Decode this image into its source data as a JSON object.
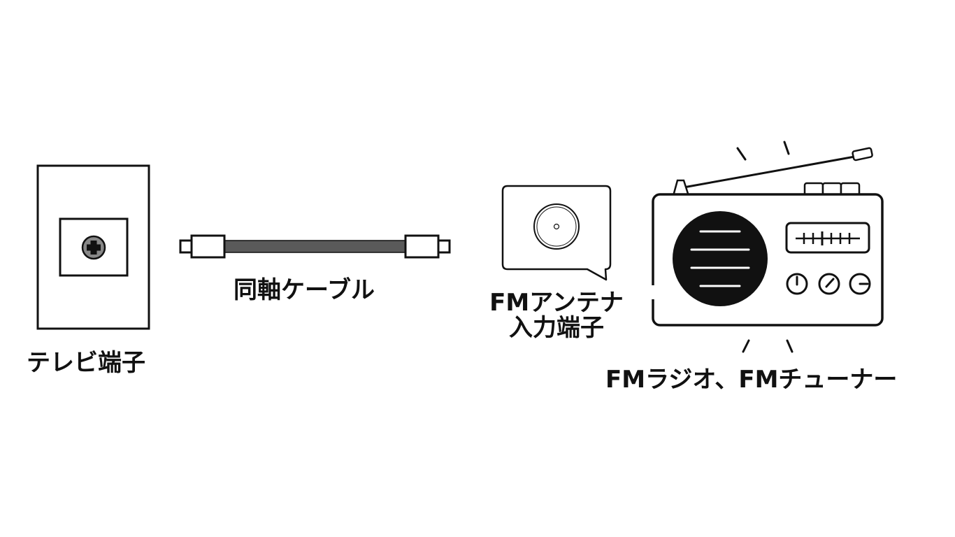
{
  "labels": {
    "tv_terminal": "テレビ端子",
    "coax_cable": "同軸ケーブル",
    "fm_input_line1": "FMアンテナ",
    "fm_input_line2": "入力端子",
    "fm_radio_tuner": "FMラジオ、FMチューナー"
  },
  "colors": {
    "stroke": "#111111",
    "cable_fill": "#5a5a5a",
    "speaker_fill": "#111111",
    "connector_fill": "#888888",
    "background": "#ffffff"
  },
  "icons": {
    "wall_outlet": "wall-outlet-icon",
    "cable": "coaxial-cable-icon",
    "input_port": "fm-input-port-icon",
    "radio": "radio-icon"
  }
}
